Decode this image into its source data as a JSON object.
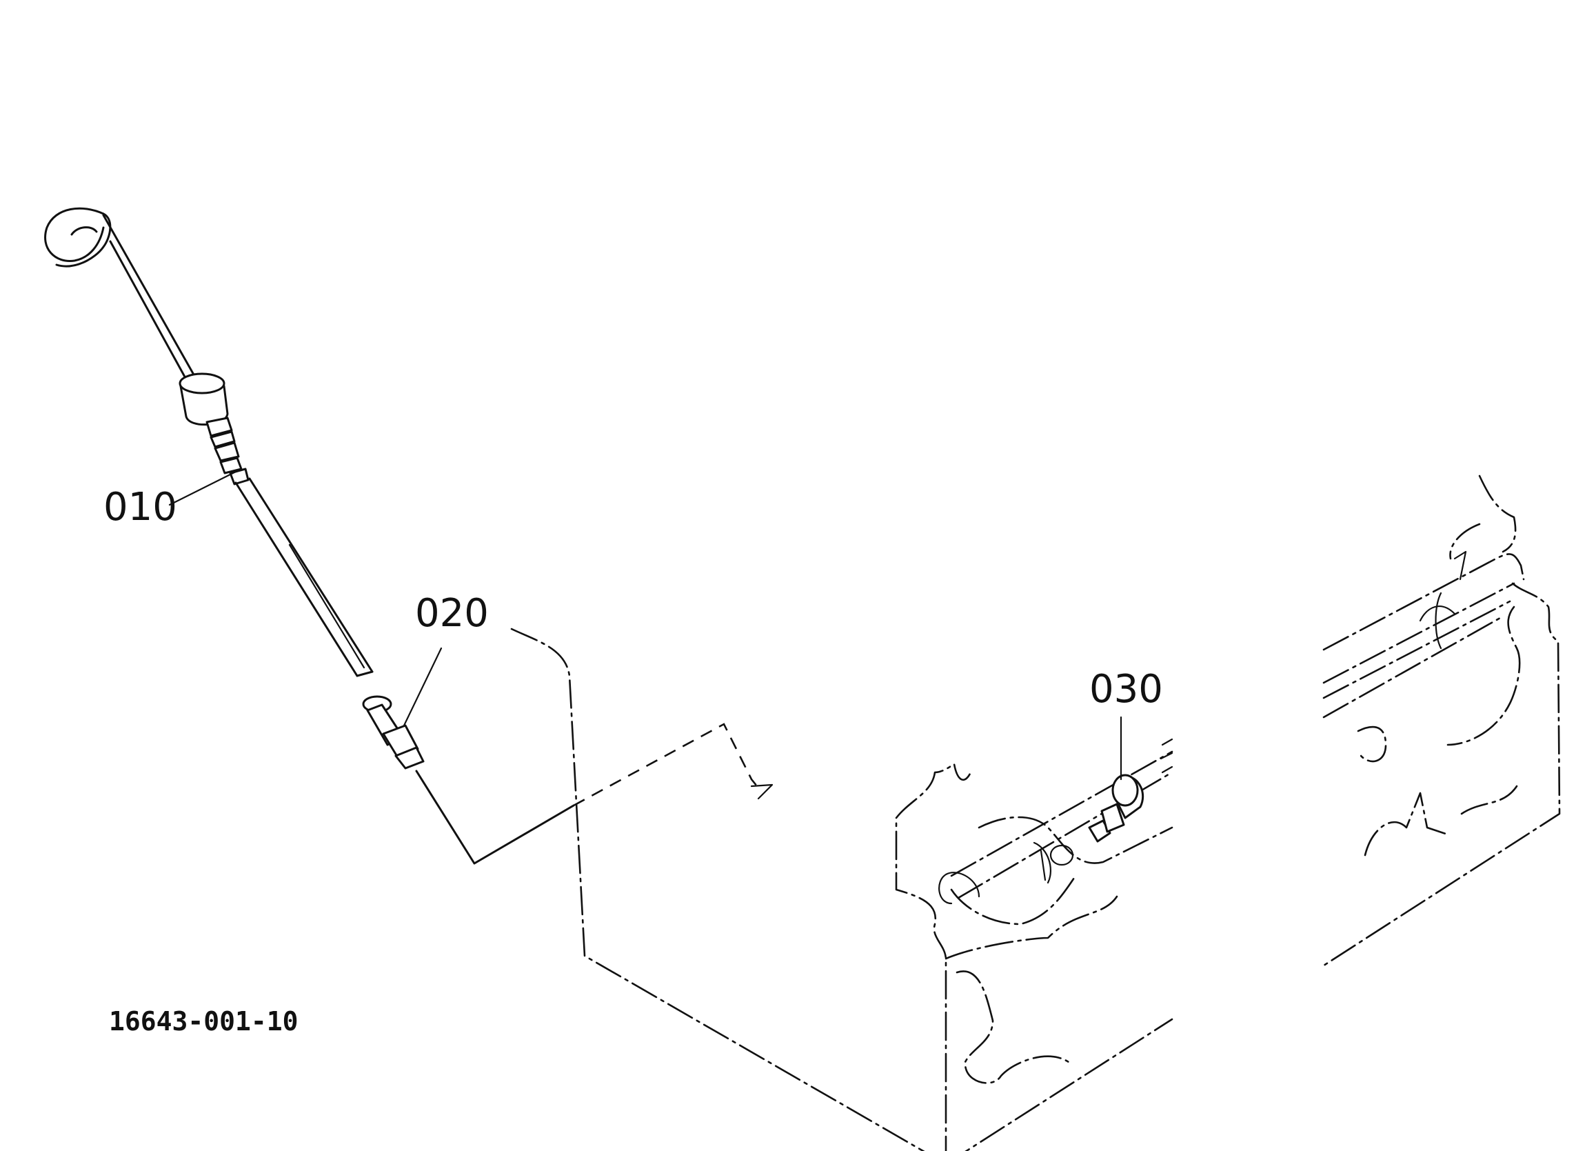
{
  "callouts": [
    {
      "label": "010"
    },
    {
      "label": "020"
    },
    {
      "label": "030"
    }
  ],
  "drawing_code": "16643-001-10",
  "colors": {
    "ink": "#111111",
    "paper": "#ffffff"
  }
}
